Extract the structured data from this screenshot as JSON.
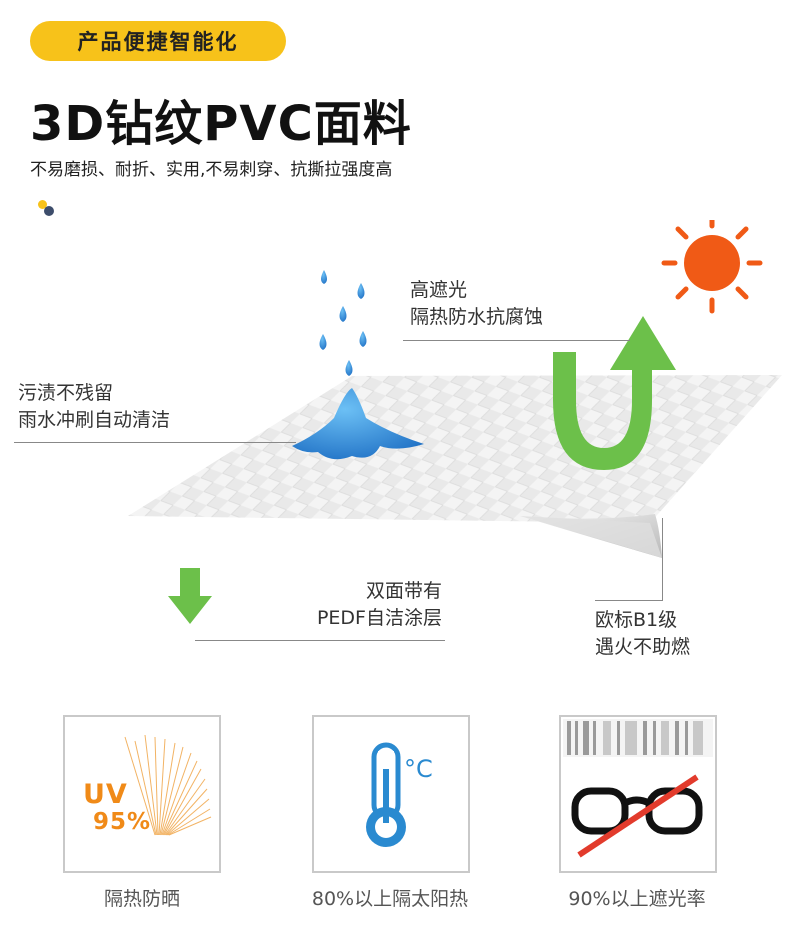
{
  "header": {
    "badge": "产品便捷智能化",
    "title": "3D钻纹PVC面料",
    "subtitle": "不易磨损、耐折、实用,不易刺穿、抗撕拉强度高"
  },
  "callouts": {
    "light": {
      "line1": "高遮光",
      "line2": "隔热防水抗腐蚀"
    },
    "dirt": {
      "line1": "污渍不残留",
      "line2": "雨水冲刷自动清洁"
    },
    "coating": {
      "line1": "双面带有",
      "line2": "PEDF自洁涂层"
    },
    "fire": {
      "line1": "欧标B1级",
      "line2": "遇火不助燃"
    }
  },
  "features": [
    {
      "label": "隔热防晒",
      "uv_line1": "UV",
      "uv_line2": "95%"
    },
    {
      "label": "80%以上隔太阳热",
      "degree": "°C"
    },
    {
      "label": "90%以上遮光率"
    }
  ],
  "colors": {
    "accent": "#f7c21a",
    "green": "#6cc04a",
    "sun": "#f05a16",
    "water": "#2f89d6",
    "uv_orange": "#f08a18"
  }
}
